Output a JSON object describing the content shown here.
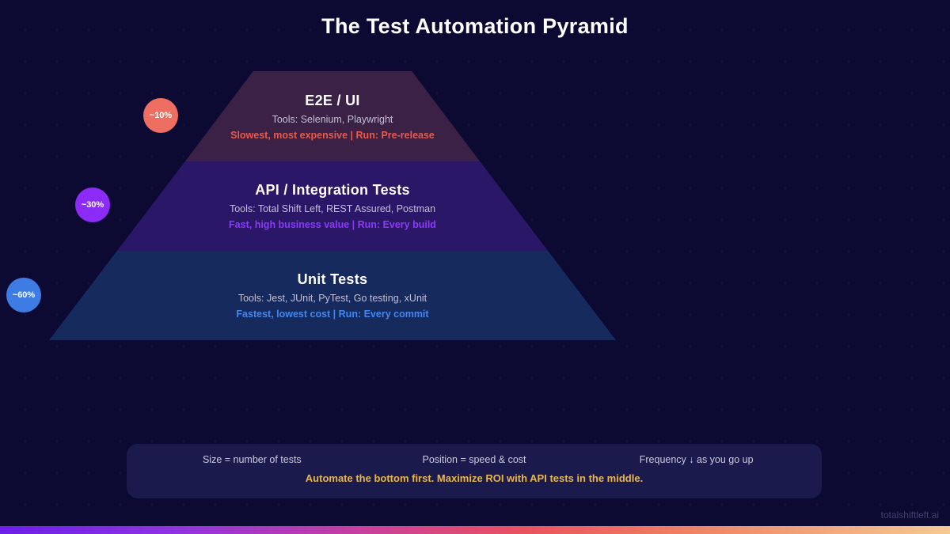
{
  "title": "The Test Automation Pyramid",
  "pyramid": {
    "tiers": [
      {
        "id": "e2e",
        "label": "E2E / UI",
        "tools": "Tools: Selenium, Playwright",
        "note": "Slowest, most expensive | Run: Pre-release",
        "badge": "~10%",
        "tier_color": "#3a2145",
        "accent_color": "#ea5a4d",
        "badge_color": "#ee6e61"
      },
      {
        "id": "api",
        "label": "API / Integration Tests",
        "tools": "Tools: Total Shift Left, REST Assured, Postman",
        "note": "Fast, high business value | Run: Every build",
        "badge": "~30%",
        "tier_color": "#2b1768",
        "accent_color": "#8b3af7",
        "badge_color": "#8b2bf5"
      },
      {
        "id": "unit",
        "label": "Unit Tests",
        "tools": "Tools: Jest, JUnit, PyTest, Go testing, xUnit",
        "note": "Fastest, lowest cost | Run: Every commit",
        "badge": "~60%",
        "tier_color": "#172a5e",
        "accent_color": "#4287f0",
        "badge_color": "#3e7ce4"
      }
    ]
  },
  "legend": {
    "items": [
      "Size = number of tests",
      "Position = speed & cost",
      "Frequency ↓ as you go up"
    ],
    "callout": "Automate the bottom first. Maximize ROI with API tests in the middle."
  },
  "footer": {
    "brand": "totalshiftleft.ai"
  },
  "colors": {
    "background": "#0c0a33",
    "title_text": "#ffffff",
    "tools_text": "#c3bfd6",
    "legend_panel": "#1b1a4c",
    "legend_text": "#cdcade",
    "callout_gold": "#e9b64d",
    "brand_text": "#453f6e",
    "bottom_bar_gradient": [
      "#6c1fe8",
      "#c83f9e",
      "#e9525f",
      "#f6c992"
    ]
  }
}
